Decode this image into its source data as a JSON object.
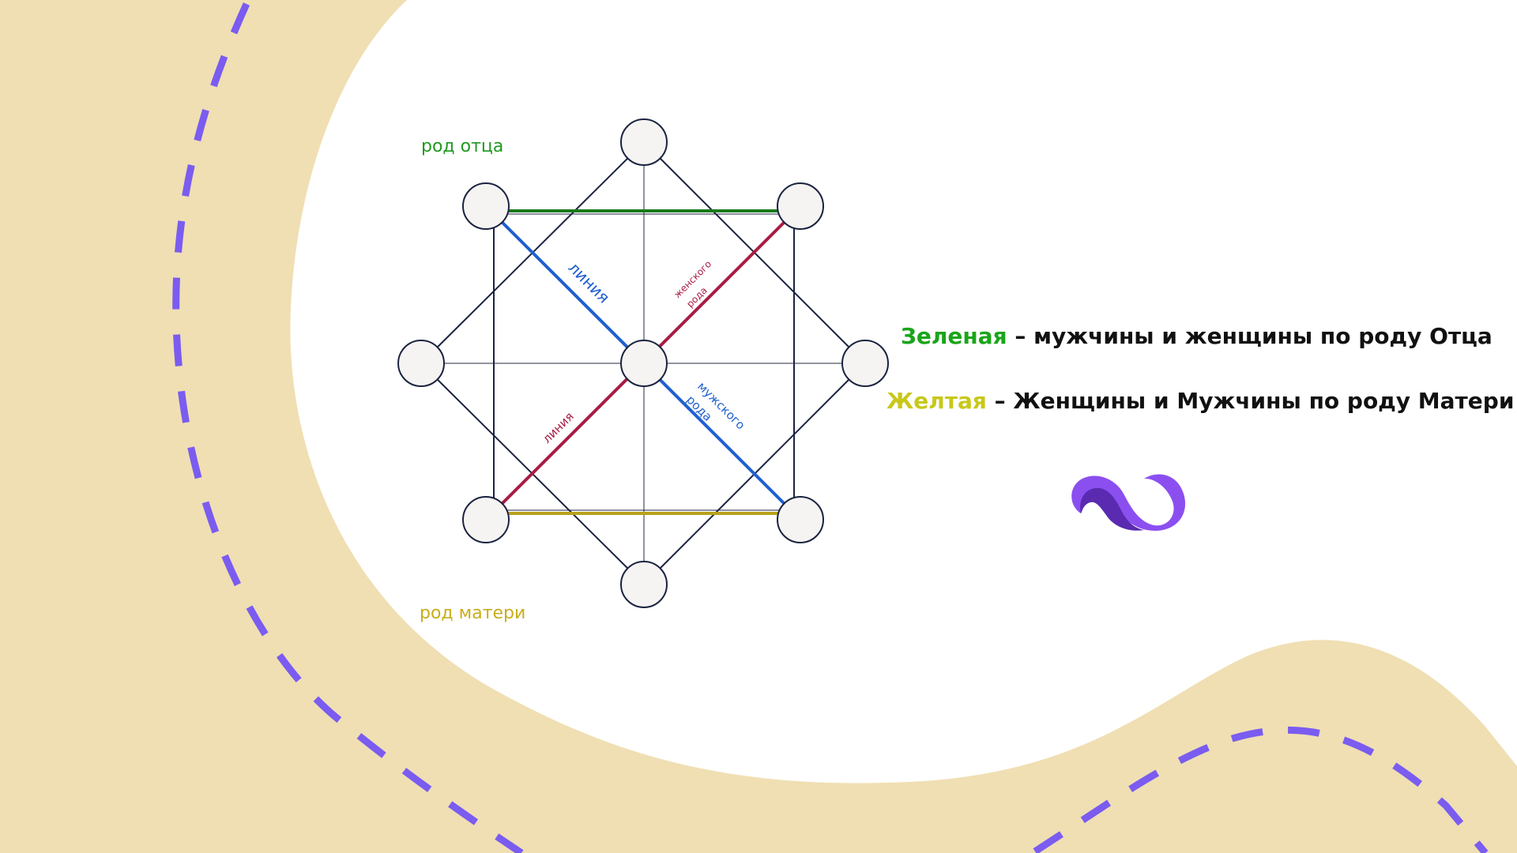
{
  "diagram": {
    "top_left_label": "род отца",
    "bottom_left_label": "род матери",
    "line_labels": {
      "blue_upper": "линия",
      "blue_lower": "мужского\nрода",
      "red_upper": "женского\nрода",
      "red_lower": "линия"
    }
  },
  "legend": [
    {
      "key": "Зеленая",
      "text": " – мужчины и женщины по роду Отца",
      "key_color": "#1aa51a"
    },
    {
      "key": "Желтая",
      "text": " – Женщины и Мужчины по роду Матери",
      "key_color": "#c8c81a"
    }
  ],
  "colors": {
    "background_band": "#f0dfb3",
    "dashes": "#7a5cf0",
    "green_line": "#1a7a1a",
    "yellow_line": "#b8a019",
    "blue_line": "#1f5fd0",
    "red_line": "#a81c44",
    "frame_line": "#1a2340",
    "logo": "#8b4ff0"
  }
}
